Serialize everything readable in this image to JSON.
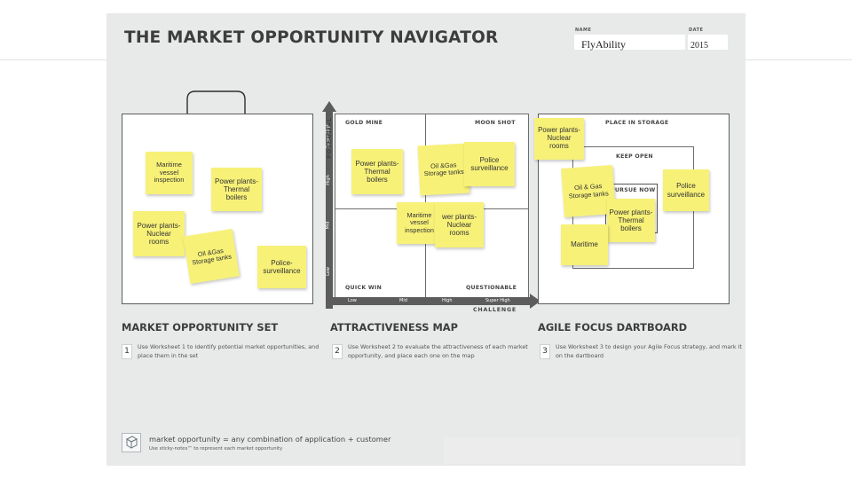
{
  "poster": {
    "title": "THE MARKET OPPORTUNITY NAVIGATOR",
    "name_label": "NAME",
    "name_value": "FlyAbility",
    "date_label": "DATE",
    "date_value": "2015"
  },
  "market_set": {
    "heading": "MARKET OPPORTUNITY SET",
    "step_number": "1",
    "step_text": "Use Worksheet 1 to identify potential market opportunities, and place them in the set",
    "notes": [
      "Maritime\nvessel\ninspection",
      "Power plants-\nThermal\nboilers",
      "Power plants-\nNuclear\nrooms",
      "Oil  &Gas\nStorage tanks",
      "Police-\nsurveillance"
    ]
  },
  "attractiveness_map": {
    "heading": "ATTRACTIVENESS MAP",
    "step_number": "2",
    "step_text": "Use Worksheet 2 to evaluate the attractiveness of each market opportunity, and place each one on the map",
    "y_axis_title": "POTENTIAL",
    "x_axis_title": "CHALLENGE",
    "y_levels": [
      "Low",
      "Mid",
      "High",
      "Super High"
    ],
    "x_levels": [
      "Low",
      "Mid",
      "High",
      "Super High"
    ],
    "quadrants": {
      "top_left": "GOLD MINE",
      "top_right": "MOON SHOT",
      "bottom_left": "QUICK WIN",
      "bottom_right": "QUESTIONABLE"
    },
    "notes": [
      "Power plants-\nThermal\nboilers",
      "Oil &Gas\nStorage tanks",
      "Police\nsurveillance",
      "Maritime\nvessel\ninspection",
      "wer plants-\nNuclear\nrooms"
    ]
  },
  "dartboard": {
    "heading": "AGILE FOCUS DARTBOARD",
    "step_number": "3",
    "step_text": "Use Worksheet 3 to design your Agile Focus strategy, and mark it on the dartboard",
    "rings": [
      "PLACE IN STORAGE",
      "KEEP OPEN",
      "PURSUE NOW"
    ],
    "notes": [
      "Power plants-\nNuclear\nrooms",
      "Oil & Gas\nStorage tanks",
      "Police\nsurveillance",
      "Power plants-\nThermal\nboilers",
      "Maritime"
    ]
  },
  "footer": {
    "main": "market opportunity = any combination of application + customer",
    "sub": "Use sticky-notes™ to represent each market opportunity"
  },
  "colors": {
    "sticky_note": "#f7f178",
    "poster_background": "#e8e9e9",
    "frame": "#5c5c5c"
  }
}
